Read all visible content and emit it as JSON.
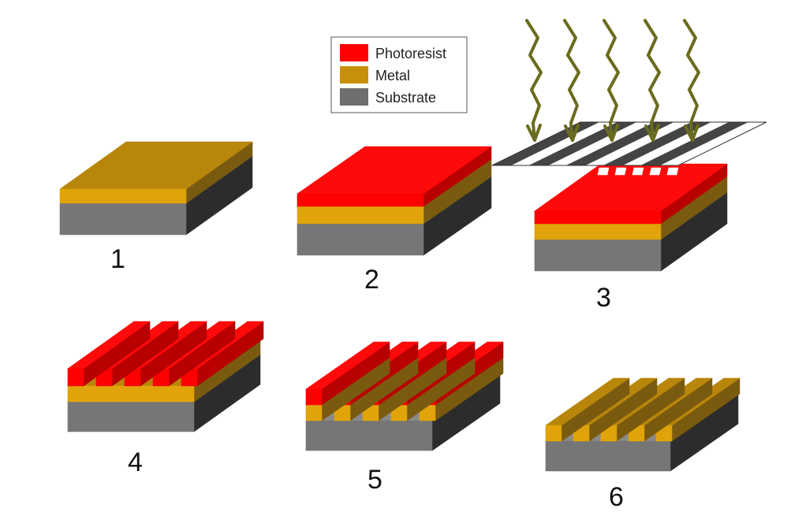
{
  "legend": {
    "items": [
      {
        "label": "Photoresist",
        "color": "#ff0000"
      },
      {
        "label": "Metal",
        "color": "#c8900a"
      },
      {
        "label": "Substrate",
        "color": "#6e6e6e"
      }
    ]
  },
  "steps": [
    {
      "label": "1"
    },
    {
      "label": "2"
    },
    {
      "label": "3"
    },
    {
      "label": "4"
    },
    {
      "label": "5"
    },
    {
      "label": "6"
    }
  ],
  "exposure": {
    "light_color": "#6b6b1e",
    "mask_color": "#444444"
  }
}
